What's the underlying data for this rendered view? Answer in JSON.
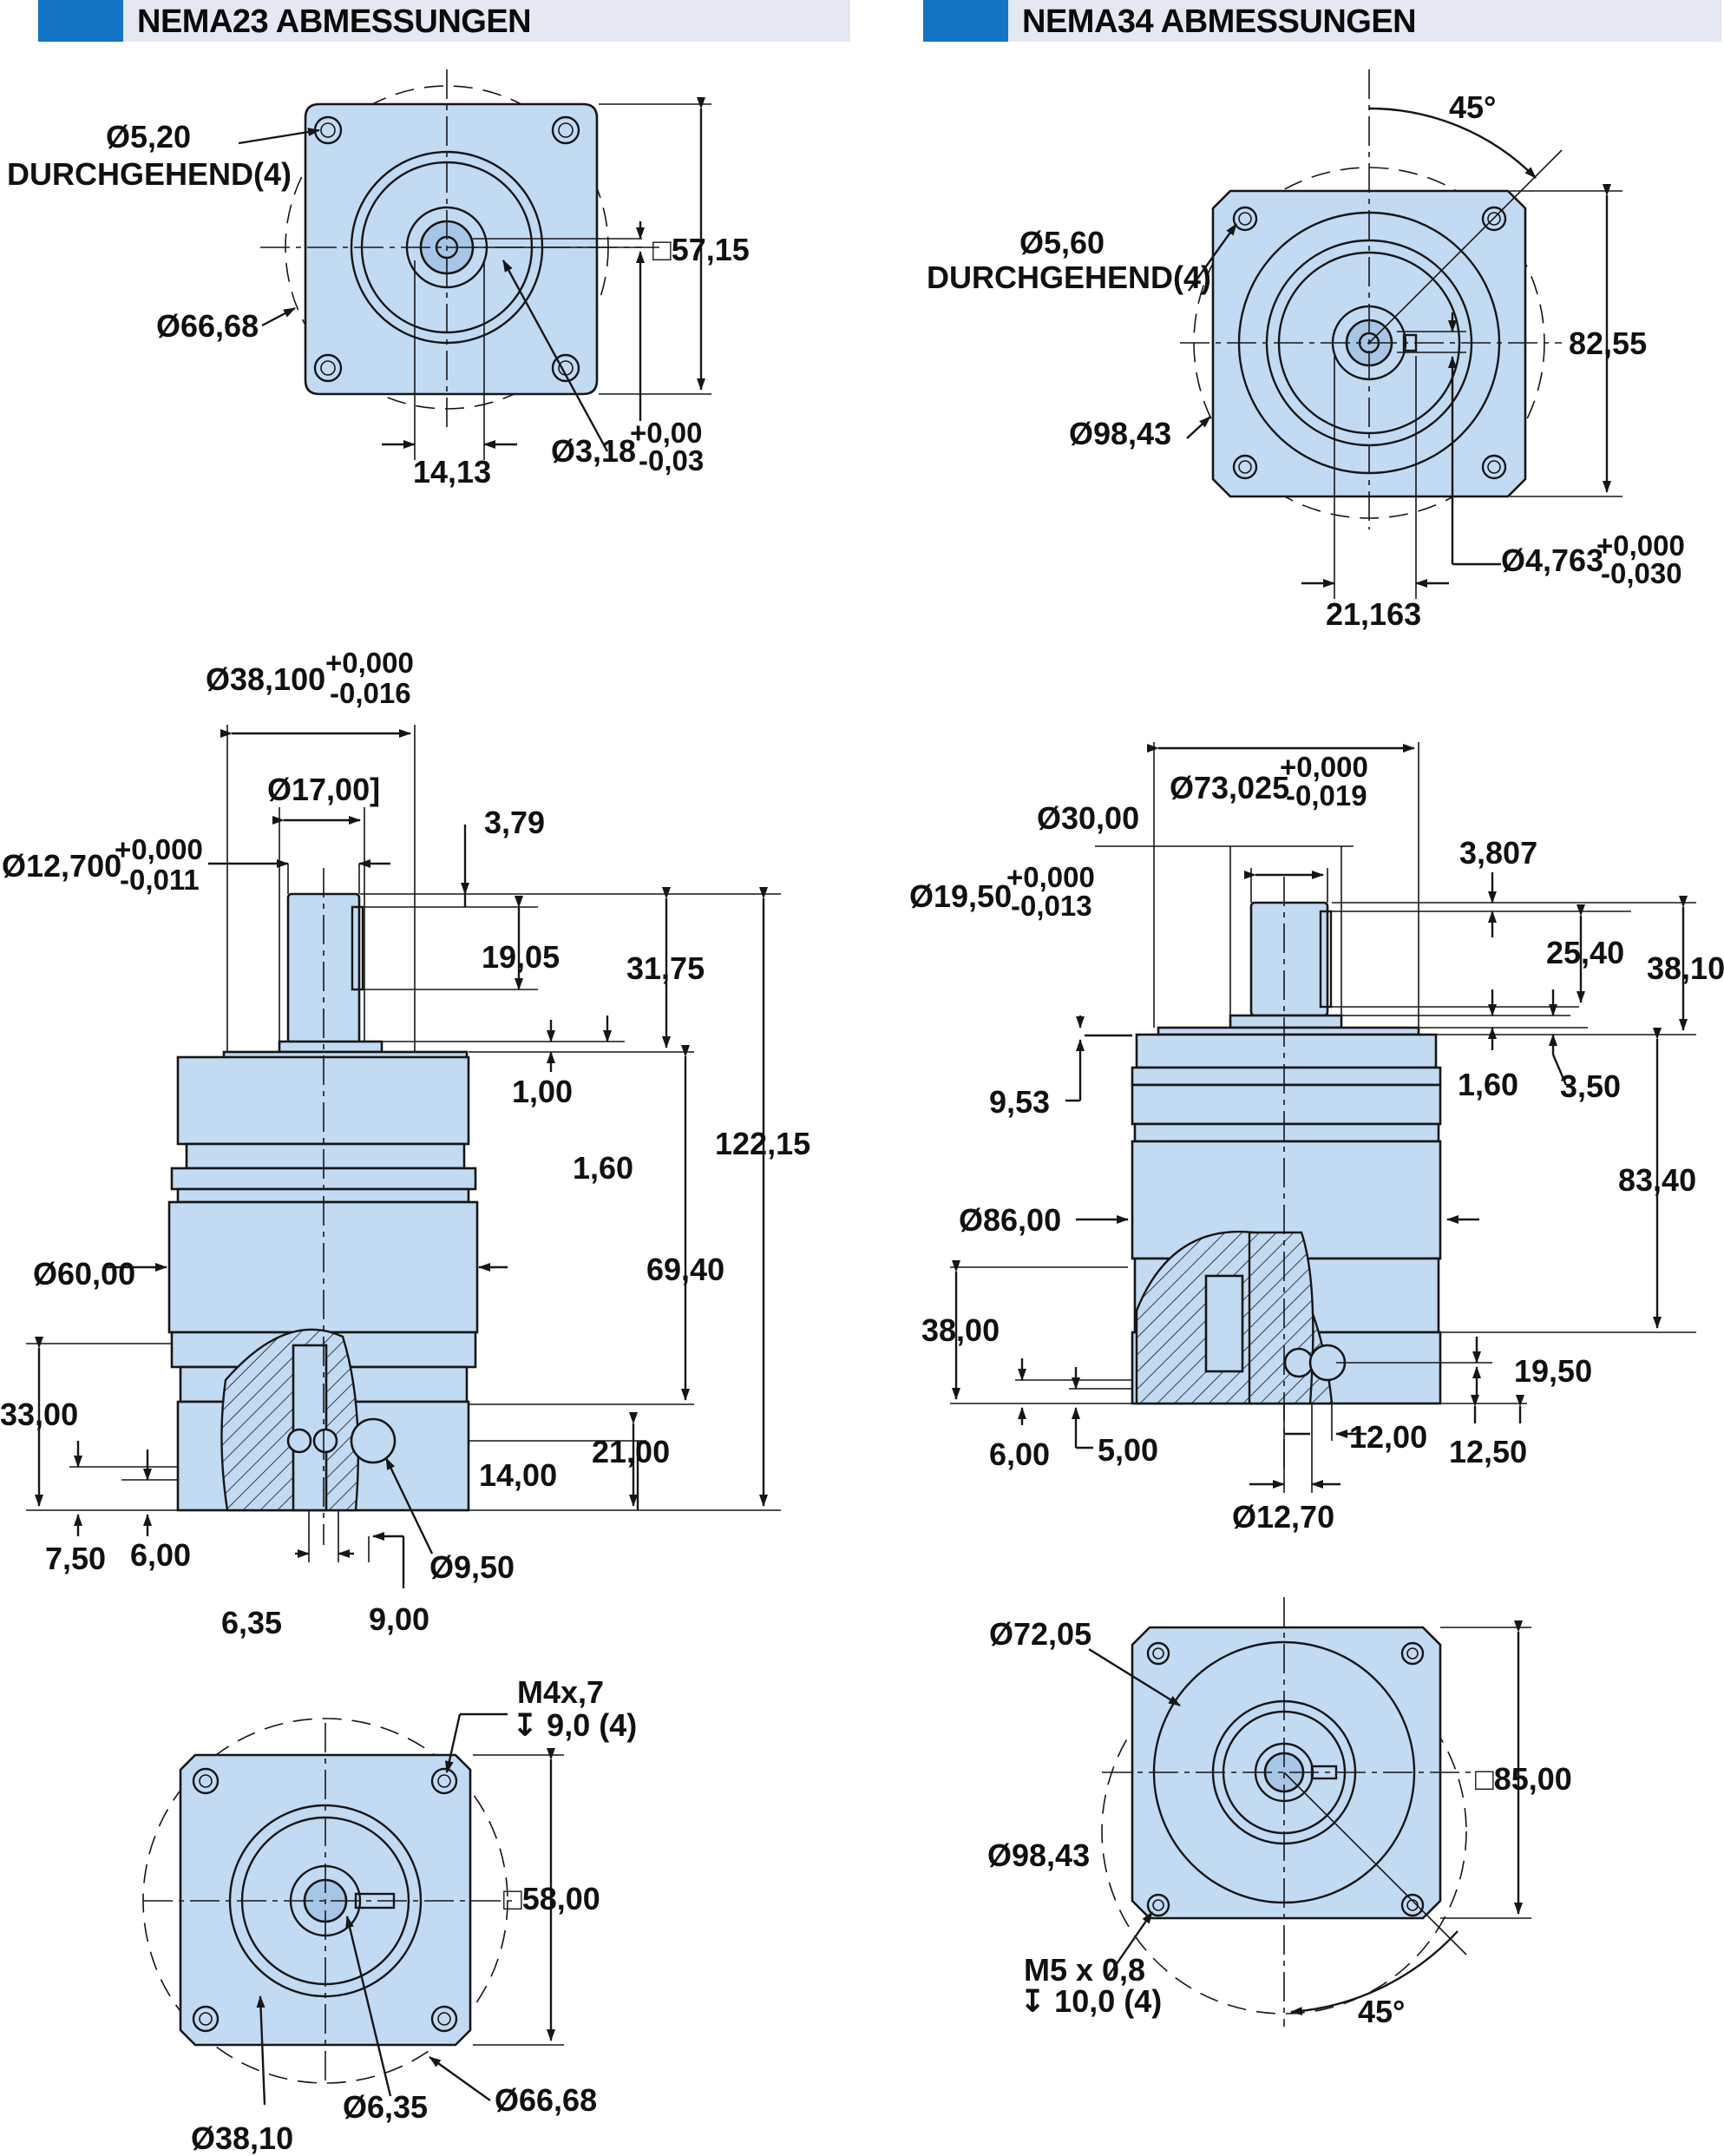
{
  "headers": {
    "nema23": "NEMA23 ABMESSUNGEN",
    "nema34": "NEMA34 ABMESSUNGEN"
  },
  "colors": {
    "header_block": "#1474c4",
    "header_band": "#e3e8f2",
    "part_fill": "#c2daf2",
    "line": "#161616"
  },
  "nema23": {
    "top": {
      "hole_dia": "Ø5,20",
      "hole_note": "DURCHGEHEND(4)",
      "circle": "Ø66,68",
      "square": "□57,15",
      "bore": "Ø3,18",
      "bore_tol_up": "+0,00",
      "bore_tol_dn": "-0,03",
      "offset": "14,13"
    },
    "side": {
      "pilot": "Ø38,100",
      "pilot_tol_up": "+0,000",
      "pilot_tol_dn": "-0,016",
      "shoulder": "Ø17,00]",
      "shaft": "Ø12,700",
      "shaft_tol_up": "+0,000",
      "shaft_tol_dn": "-0,011",
      "d379": "3,79",
      "d1905": "19,05",
      "d3175": "31,75",
      "d12215": "122,15",
      "d100": "1,00",
      "d160": "1,60",
      "d6000": "Ø60,00",
      "d6940": "69,40",
      "d3300": "33,00",
      "d2100": "21,00",
      "d1400": "14,00",
      "d750": "7,50",
      "d600": "6,00",
      "d950": "Ø9,50",
      "d635": "6,35",
      "d900": "9,00"
    },
    "bottom": {
      "thread": "M4x,7",
      "thread_depth": "↧ 9,0 (4)",
      "square": "□58,00",
      "d3810": "Ø38,10",
      "d635": "Ø6,35",
      "d6668": "Ø66,68"
    }
  },
  "nema34": {
    "top": {
      "angle": "45°",
      "hole_dia": "Ø5,60",
      "hole_note": "DURCHGEHEND(4)",
      "size": "82,55",
      "circle": "Ø98,43",
      "bore": "Ø4,763",
      "bore_tol_up": "+0,000",
      "bore_tol_dn": "-0,030",
      "offset": "21,163"
    },
    "side": {
      "pilot": "Ø73,025",
      "pilot_tol_up": "+0,000",
      "pilot_tol_dn": "-0,019",
      "shoulder": "Ø30,00",
      "shaft": "Ø19,50",
      "shaft_tol_up": "+0,000",
      "shaft_tol_dn": "-0,013",
      "d3807": "3,807",
      "d2540": "25,40",
      "d3810": "38,10",
      "d953": "9,53",
      "d160": "1,60",
      "d350": "3,50",
      "d8340": "83,40",
      "d8600": "Ø86,00",
      "d3800": "38,00",
      "d1950": "19,50",
      "d600": "6,00",
      "d500": "5,00",
      "d1200": "12,00",
      "d1250": "12,50",
      "d1270": "Ø12,70"
    },
    "bottom": {
      "d7205": "Ø72,05",
      "square": "□85,00",
      "circle": "Ø98,43",
      "thread": "M5 x 0,8",
      "thread_depth": "↧ 10,0 (4)",
      "angle": "45°"
    }
  }
}
